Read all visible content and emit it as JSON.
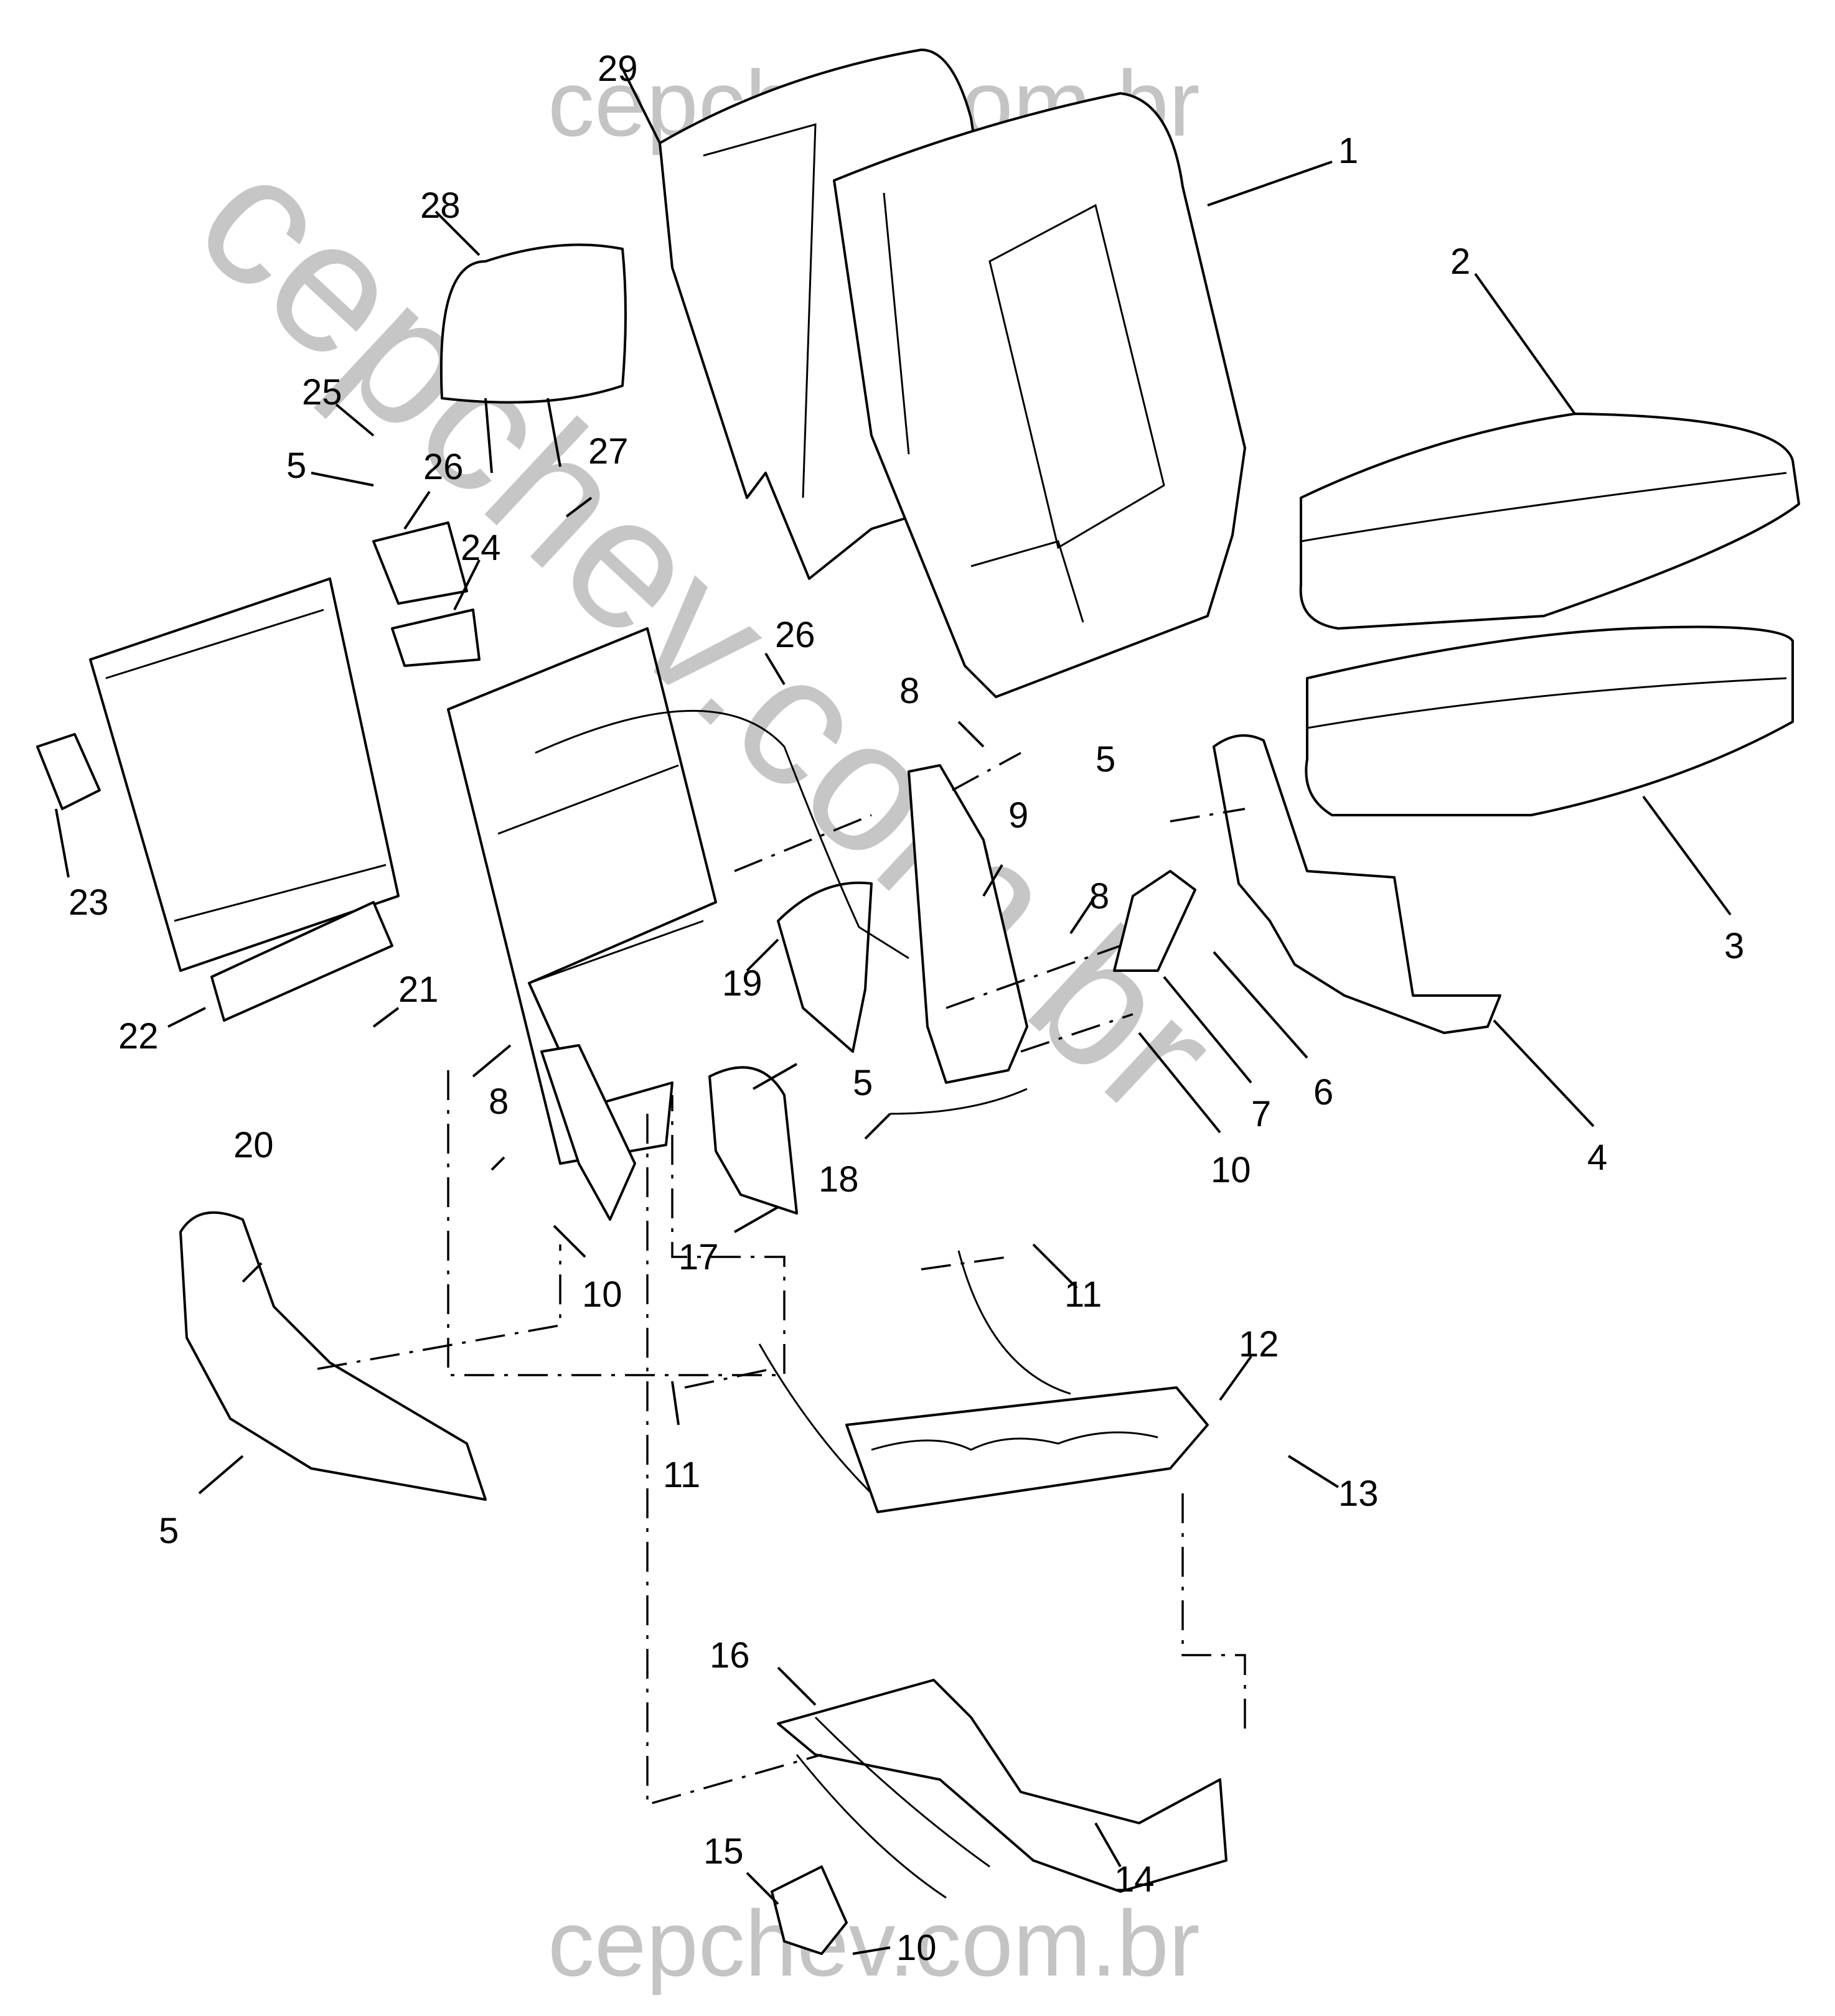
{
  "watermark": {
    "top": "cepchev.com.br",
    "bottom": "cepchev.com.br",
    "diagonal": "cepchev.com.br"
  },
  "callouts": {
    "c1": "1",
    "c2": "2",
    "c3": "3",
    "c4": "4",
    "c5a": "5",
    "c5b": "5",
    "c5c": "5",
    "c5d": "5",
    "c6": "6",
    "c7": "7",
    "c8a": "8",
    "c8b": "8",
    "c8c": "8",
    "c9": "9",
    "c10a": "10",
    "c10b": "10",
    "c10c": "10",
    "c11a": "11",
    "c11b": "11",
    "c12": "12",
    "c13": "13",
    "c14": "14",
    "c15": "15",
    "c16": "16",
    "c17": "17",
    "c18": "18",
    "c19": "19",
    "c20": "20",
    "c21": "21",
    "c22": "22",
    "c23": "23",
    "c24": "24",
    "c25": "25",
    "c26a": "26",
    "c26b": "26",
    "c27": "27",
    "c28": "28",
    "c29": "29"
  }
}
